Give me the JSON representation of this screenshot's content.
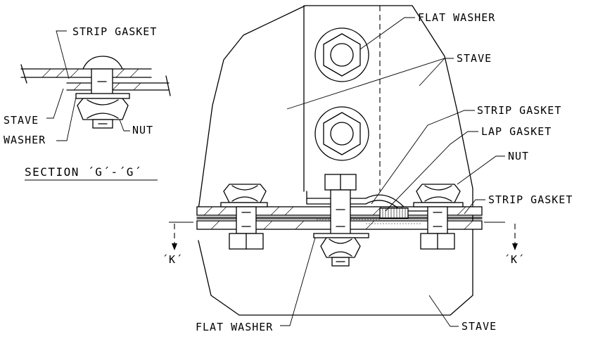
{
  "labels": {
    "flat_washer_top": "FLAT WASHER",
    "stave_top": "STAVE",
    "strip_gasket_mid": "STRIP GASKET",
    "lap_gasket": "LAP GASKET",
    "nut_right": "NUT",
    "strip_gasket_right": "STRIP GASKET",
    "stave_bottom": "STAVE",
    "flat_washer_bottom": "FLAT WASHER",
    "section_mark_left": "´K´",
    "section_mark_right": "´K´",
    "inset_strip_gasket": "STRIP GASKET",
    "inset_stave": "STAVE",
    "inset_washer": "WASHER",
    "inset_nut": "NUT",
    "section_title": "SECTION ´G´-´G´"
  }
}
